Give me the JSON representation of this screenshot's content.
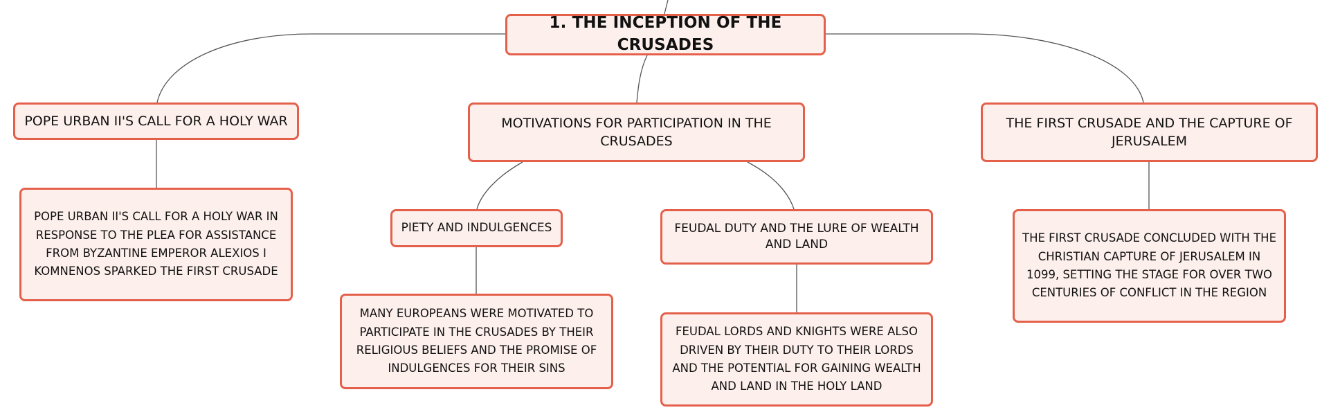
{
  "mindmap": {
    "root": {
      "label": "1. THE INCEPTION OF THE CRUSADES"
    },
    "branches": [
      {
        "label": "POPE URBAN II'S CALL FOR A HOLY WAR",
        "detail": "POPE URBAN II'S CALL FOR A HOLY WAR IN RESPONSE TO THE PLEA FOR ASSISTANCE FROM BYZANTINE EMPEROR ALEXIOS I KOMNENOS SPARKED THE FIRST CRUSADE"
      },
      {
        "label": "MOTIVATIONS FOR PARTICIPATION IN THE CRUSADES",
        "children": [
          {
            "label": "PIETY AND INDULGENCES",
            "detail": "MANY EUROPEANS WERE MOTIVATED TO PARTICIPATE IN THE CRUSADES BY THEIR RELIGIOUS BELIEFS AND THE PROMISE OF INDULGENCES FOR THEIR SINS"
          },
          {
            "label": "FEUDAL DUTY AND THE LURE OF WEALTH AND LAND",
            "detail": "FEUDAL LORDS AND KNIGHTS WERE ALSO DRIVEN BY THEIR DUTY TO THEIR LORDS AND THE POTENTIAL FOR GAINING WEALTH AND LAND IN THE HOLY LAND"
          }
        ]
      },
      {
        "label": "THE FIRST CRUSADE AND THE CAPTURE OF JERUSALEM",
        "detail": "THE FIRST CRUSADE CONCLUDED WITH THE CHRISTIAN CAPTURE OF JERUSALEM IN 1099, SETTING THE STAGE FOR OVER TWO CENTURIES OF CONFLICT IN THE REGION"
      }
    ]
  },
  "colors": {
    "node_fill": "#fdf0ec",
    "node_border": "#e4604b",
    "connector": "#555555",
    "text": "#111111"
  }
}
